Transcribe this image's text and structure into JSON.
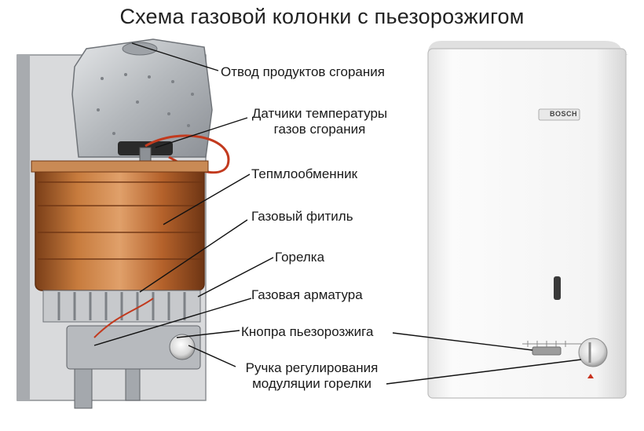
{
  "title": "Схема газовой колонки с пьезорозжигом",
  "brand": "BOSCH",
  "labels": [
    {
      "id": "exhaust",
      "text": "Отвод продуктов сгорания"
    },
    {
      "id": "temp-sensors",
      "text": "Датчики температуры",
      "text2": "газов сгорания"
    },
    {
      "id": "heat-exchanger",
      "text": "Тепмлообменник"
    },
    {
      "id": "gas-wick",
      "text": "Газовый фитиль"
    },
    {
      "id": "burner",
      "text": "Горелка"
    },
    {
      "id": "gas-valve",
      "text": "Газовая арматура"
    },
    {
      "id": "piezo-button",
      "text": "Кнопра пьезорозжига"
    },
    {
      "id": "modulation-knob",
      "text": "Ручка регулирования",
      "text2": "модуляции горелки"
    }
  ],
  "colors": {
    "casing": "#f3f3f3",
    "copper": "#b86a32",
    "steel": "#b9bcc0",
    "leader": "#111111"
  }
}
